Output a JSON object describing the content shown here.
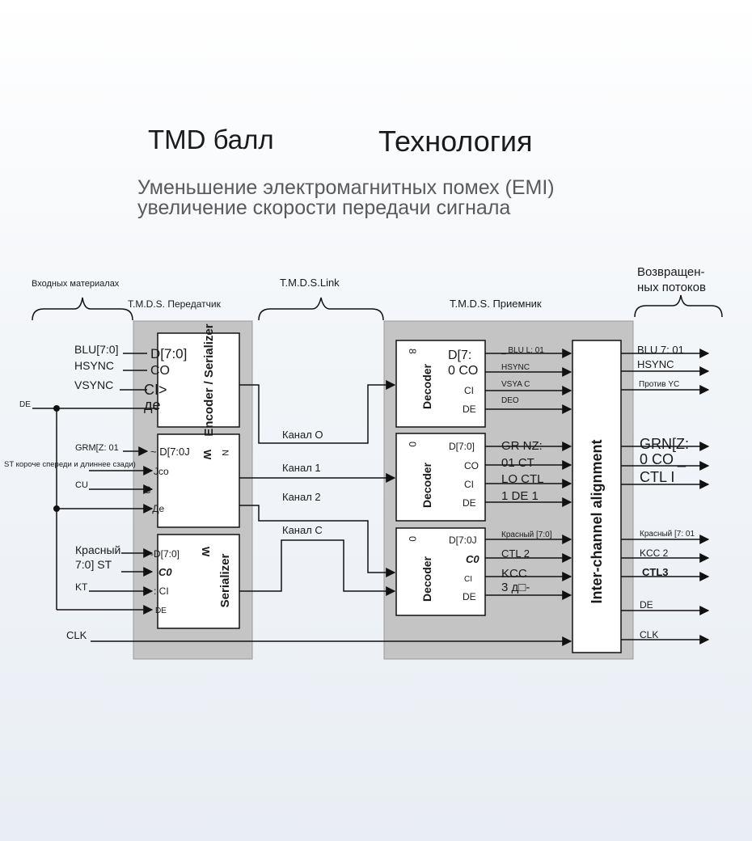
{
  "header": {
    "title_left": "TMD балл",
    "title_right": "Технология",
    "subtitle_line1": "Уменьшение электромагнитных помех (EMI)",
    "subtitle_line2": "увеличение скорости передачи сигнала"
  },
  "diagram": {
    "input_group_label": "Входных материалах",
    "transmitter_label": "T.M.D.S. Передатчик",
    "link_label": "T.M.D.S.Link",
    "receiver_label": "T.M.D.S. Приемник",
    "output_group_label_line1": "Возвращен-",
    "output_group_label_line2": "ных потоков",
    "inputs": {
      "blu": "BLU[7:0]",
      "hsync": "HSYNC",
      "vsync": "VSYNC",
      "de": "DE",
      "grn": "GRM[Z: 01",
      "note": "ST короче спереди и длиннее сзади)",
      "cu": "CU",
      "red_line1": "Красный",
      "red_line2": "7:0] ST",
      "kt": "KT",
      "clk": "CLK"
    },
    "tx1": {
      "d": "D[7:0]",
      "c0": "CO",
      "c1": "CI>",
      "de": "де",
      "block": "Encoder / Serializer"
    },
    "tx2": {
      "d": "~ D[7:0J",
      "c0": "Jco",
      "c1": "C",
      "de": "> Де",
      "w": "W",
      "n": "N"
    },
    "tx3": {
      "d": "-D[7:0]",
      "c0": "C0",
      "c1": ": CI",
      "de": "DE",
      "block": "Serializer",
      "w": "W"
    },
    "channels": [
      "Канал О",
      "Канал 1",
      "Канал 2",
      "Канал С"
    ],
    "dec1": {
      "num": "8",
      "d_line1": "D[7:",
      "d_line2": "0 CO",
      "c1": "CI",
      "de": "DE",
      "block": "Decoder",
      "out1": "_ BLU L: 01",
      "out2": "HSYNC",
      "out3": "VSYA C",
      "out4": "DEO"
    },
    "dec2": {
      "num": "0",
      "d": "D[7:0]",
      "c0": "CO",
      "c1": "CI",
      "de": "DE",
      "block": "Decoder",
      "out1": "GR NZ:",
      "out2": "01 CT",
      "out3": "LO CTL",
      "out4": "1 DE 1"
    },
    "dec3": {
      "num": "0",
      "d": "D[7:0J",
      "c0": "C0",
      "c1": "CI",
      "de": "DE",
      "block": "Decoder",
      "out1": "Красный [7:0]",
      "out2": "CTL 2",
      "out3": "KCC",
      "out4": "3 д□-"
    },
    "align_block": "Inter-channel alignment",
    "outputs": {
      "blu": "BLU 7: 01",
      "hsync": "HSYNC",
      "vsync": "Против YC",
      "grn1": "GRN[Z:",
      "grn2": "0 CO _",
      "grn3": "CTL I",
      "red": "Красный [7: 01",
      "kcc": "KCC 2",
      "ctl3": "CTL3",
      "de": "DE",
      "clk": "CLK"
    }
  },
  "colors": {
    "panel": "#c4c4c4",
    "block": "#ffffff",
    "line": "#111111"
  }
}
